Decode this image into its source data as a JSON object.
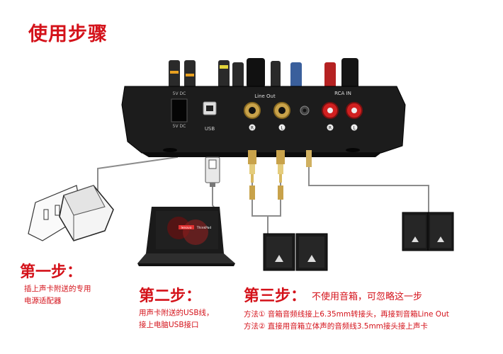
{
  "title": "使用步骤",
  "device": {
    "power_label_top": "5V DC",
    "power_label_bottom": "5V DC",
    "usb_label": "USB",
    "line_out_label": "Line Out",
    "rca_in_label": "RCA IN",
    "jack_labels": [
      "R",
      "L",
      "R",
      "L"
    ]
  },
  "laptop": {
    "brand": "ThinkPad",
    "screen_logo": "lenovo"
  },
  "step1": {
    "heading": "第一步：",
    "lines": [
      "插上声卡附送的专用",
      "电源适配器"
    ]
  },
  "step2": {
    "heading": "第二步：",
    "lines": [
      "用声卡附送的USB线，",
      "接上电脑USB接口"
    ]
  },
  "step3": {
    "heading": "第三步：",
    "note": "不使用音箱，可忽略这一步",
    "method1": "方法①  音箱音频线接上6.35mm转接头，再接到音箱Line Out",
    "method2": "方法②  直接用音箱立体声的音频线3.5mm接头接上声卡"
  },
  "colors": {
    "accent": "#d4121a",
    "device_body": "#1c1c1c",
    "gold": "#c8a24a",
    "cable": "#8c8c8c"
  }
}
